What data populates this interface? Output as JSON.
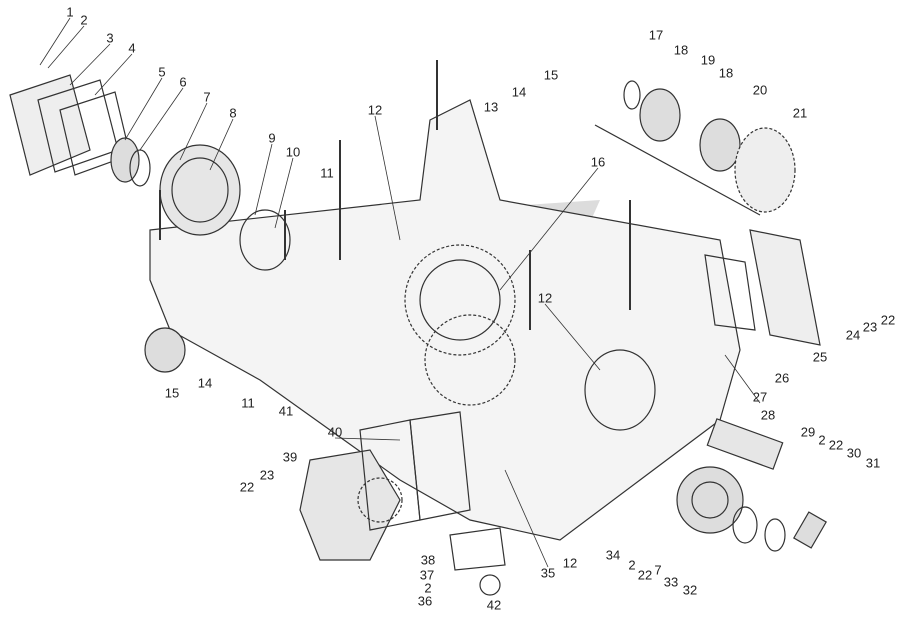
{
  "diagram": {
    "type": "exploded-parts-view",
    "callouts": [
      "1",
      "2",
      "3",
      "4",
      "5",
      "6",
      "7",
      "8",
      "9",
      "10",
      "11",
      "12",
      "13",
      "14",
      "15",
      "16",
      "17",
      "18",
      "19",
      "18",
      "20",
      "21",
      "22",
      "23",
      "24",
      "25",
      "26",
      "27",
      "28",
      "29",
      "2",
      "22",
      "30",
      "31",
      "15",
      "14",
      "11",
      "41",
      "40",
      "12",
      "39",
      "23",
      "22",
      "38",
      "37",
      "2",
      "36",
      "42",
      "35",
      "12",
      "34",
      "2",
      "22",
      "7",
      "33",
      "32"
    ]
  }
}
